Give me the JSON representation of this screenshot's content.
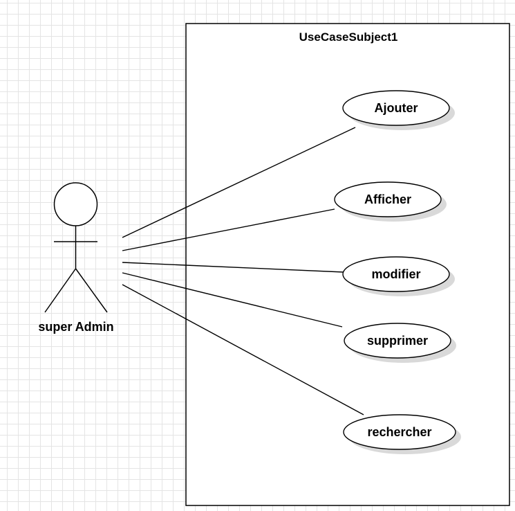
{
  "subject": {
    "title": "UseCaseSubject1"
  },
  "actor": {
    "name": "super Admin"
  },
  "use_cases": [
    {
      "id": "ajouter",
      "label": "Ajouter"
    },
    {
      "id": "afficher",
      "label": "Afficher"
    },
    {
      "id": "modifier",
      "label": "modifier"
    },
    {
      "id": "supprimer",
      "label": "supprimer"
    },
    {
      "id": "rechercher",
      "label": "rechercher"
    }
  ],
  "associations": [
    {
      "from": "super Admin",
      "to": "Ajouter"
    },
    {
      "from": "super Admin",
      "to": "Afficher"
    },
    {
      "from": "super Admin",
      "to": "modifier"
    },
    {
      "from": "super Admin",
      "to": "supprimer"
    },
    {
      "from": "super Admin",
      "to": "rechercher"
    }
  ],
  "colors": {
    "stroke": "#000000",
    "fill": "#ffffff",
    "shadow": "#d9d9d9",
    "grid": "#e4e4e4"
  }
}
